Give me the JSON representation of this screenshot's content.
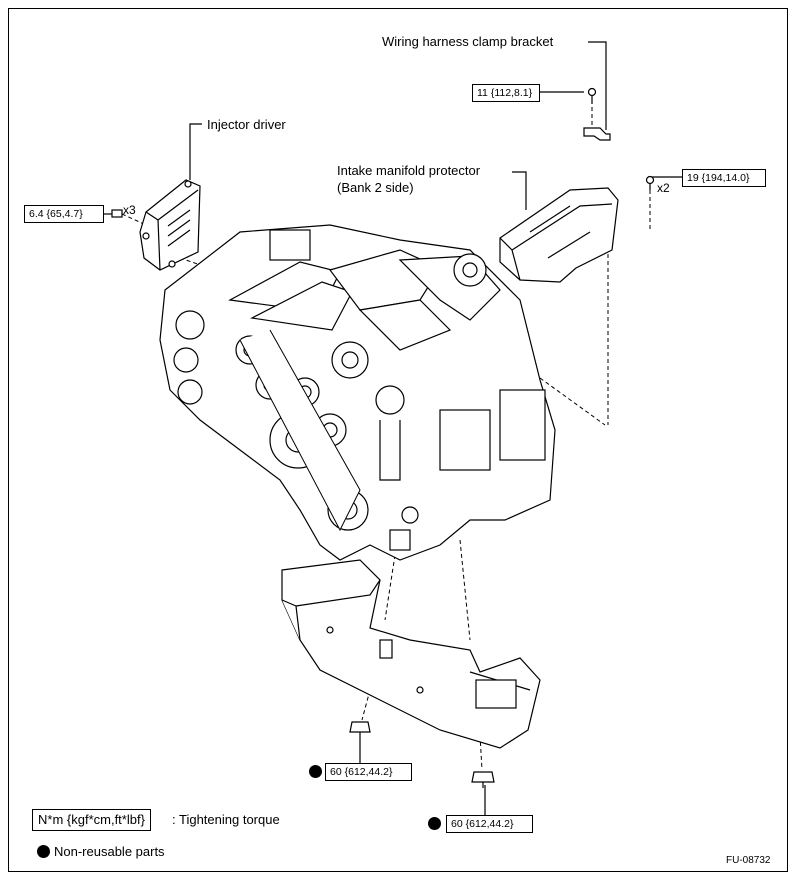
{
  "labels": {
    "wiring_harness_clamp_bracket": "Wiring harness clamp bracket",
    "injector_driver": "Injector driver",
    "intake_manifold_protector_line1": "Intake manifold protector",
    "intake_manifold_protector_line2": "(Bank 2 side)"
  },
  "torques": {
    "clamp_bracket_bolt": "11 {112,8.1}",
    "injector_driver_bolt": "6.4 {65,4.7}",
    "protector_bolt": "19 {194,14.0}",
    "mount_nut_left": "60 {612,44.2}",
    "mount_nut_right": "60 {612,44.2}"
  },
  "multipliers": {
    "injector_driver": "x3",
    "protector": "x2"
  },
  "legend": {
    "torque_unit": "N*m {kgf*cm,ft*lbf}",
    "torque_desc": ": Tightening torque",
    "non_reusable": "Non-reusable parts"
  },
  "figure_id": "FU-08732",
  "colors": {
    "line": "#000000",
    "fill_light": "#ffffff",
    "shade": "#d9d9d9"
  }
}
